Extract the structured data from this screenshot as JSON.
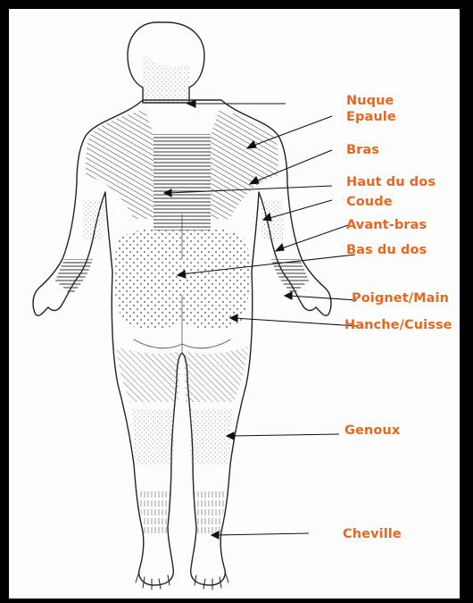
{
  "diagram": {
    "label_color": "#e8661e",
    "labels": {
      "nuque": "Nuque",
      "epaule": "Epaule",
      "bras": "Bras",
      "haut_du_dos": "Haut du dos",
      "coude": "Coude",
      "avant_bras": "Avant-bras",
      "bas_du_dos": "Bas du dos",
      "poignet_main": "Poignet/Main",
      "hanche_cuisse": "Hanche/Cuisse",
      "genoux": "Genoux",
      "cheville": "Cheville"
    }
  }
}
